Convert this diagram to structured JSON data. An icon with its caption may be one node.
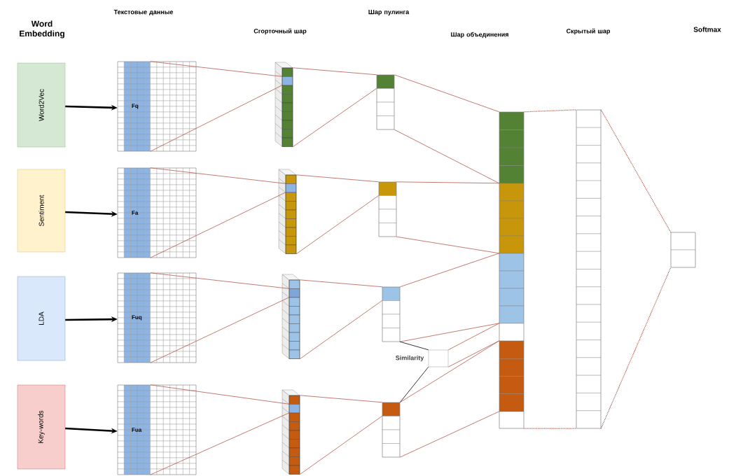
{
  "diagram": {
    "nodes": [
      {
        "text": [
          "Word2Vec"
        ]
      },
      {
        "text": [
          "Sentiment"
        ]
      },
      {
        "text": [
          "LDA"
        ]
      },
      {
        "text": [
          "Key-words"
        ]
      },
      {
        "text": [
          "Fq"
        ]
      },
      {
        "text": [
          "Fa"
        ]
      },
      {
        "text": [
          "Fuq"
        ]
      },
      {
        "text": [
          "Fua"
        ]
      },
      {
        "text": [],
        "shape": "bar"
      },
      {
        "text": [],
        "shape": "bar"
      },
      {
        "text": [],
        "shape": "bar"
      },
      {
        "text": [],
        "shape": "bar"
      },
      {
        "text": [],
        "shape": "bar"
      },
      {
        "text": [],
        "shape": "bar"
      },
      {
        "text": [],
        "shape": "bar"
      },
      {
        "text": [],
        "shape": "bar"
      },
      {
        "text": [],
        "shape": "box",
        "beside": [
          "Similarity"
        ]
      },
      {
        "text": [],
        "shape": "bar"
      },
      {
        "text": [],
        "shape": "bar"
      },
      {
        "text": [],
        "shape": "bar"
      }
    ],
    "edges": [
      {
        "from": 0,
        "to": 4,
        "arrow": "to",
        "style": "thick",
        "color": "#000000"
      },
      {
        "from": 1,
        "to": 5,
        "arrow": "to",
        "style": "thick",
        "color": "#000000"
      },
      {
        "from": 2,
        "to": 6,
        "arrow": "to",
        "style": "thick",
        "color": "#000000"
      },
      {
        "from": 3,
        "to": 7,
        "arrow": "to",
        "style": "thick",
        "color": "#000000"
      },
      {
        "from": 4,
        "to": 8,
        "arrow": "none"
      },
      {
        "from": 4,
        "to": 8,
        "arrow": "none"
      },
      {
        "from": 5,
        "to": 9,
        "arrow": "none"
      },
      {
        "from": 5,
        "to": 9,
        "arrow": "none"
      },
      {
        "from": 6,
        "to": 10,
        "arrow": "none"
      },
      {
        "from": 6,
        "to": 10,
        "arrow": "none"
      },
      {
        "from": 7,
        "to": 11,
        "arrow": "none"
      },
      {
        "from": 7,
        "to": 11,
        "arrow": "none"
      },
      {
        "from": 8,
        "to": 12,
        "arrow": "none"
      },
      {
        "from": 8,
        "to": 12,
        "arrow": "none"
      },
      {
        "from": 9,
        "to": 13,
        "arrow": "none"
      },
      {
        "from": 9,
        "to": 13,
        "arrow": "none"
      },
      {
        "from": 10,
        "to": 14,
        "arrow": "none"
      },
      {
        "from": 10,
        "to": 14,
        "arrow": "none"
      },
      {
        "from": 11,
        "to": 15,
        "arrow": "none"
      },
      {
        "from": 11,
        "to": 15,
        "arrow": "none"
      },
      {
        "from": 12,
        "to": 17,
        "arrow": "none"
      },
      {
        "from": 12,
        "to": 17,
        "arrow": "none"
      },
      {
        "from": 13,
        "to": 17,
        "arrow": "none"
      },
      {
        "from": 13,
        "to": 17,
        "arrow": "none"
      },
      {
        "from": 14,
        "to": 17,
        "arrow": "none"
      },
      {
        "from": 14,
        "to": 17,
        "arrow": "none"
      },
      {
        "from": 15,
        "to": 17,
        "arrow": "none"
      },
      {
        "from": 15,
        "to": 17,
        "arrow": "none"
      },
      {
        "from": 14,
        "to": 16,
        "arrow": "none",
        "color": "#000000"
      },
      {
        "from": 15,
        "to": 16,
        "arrow": "none",
        "color": "#000000"
      },
      {
        "from": 16,
        "to": 17,
        "arrow": "none"
      },
      {
        "from": 16,
        "to": 17,
        "arrow": "none"
      },
      {
        "from": 17,
        "to": 18,
        "arrow": "none",
        "style": "dashed"
      },
      {
        "from": 17,
        "to": 18,
        "arrow": "none",
        "style": "dashed"
      },
      {
        "from": 18,
        "to": 19,
        "arrow": "none",
        "style": "dashed"
      },
      {
        "from": 18,
        "to": 19,
        "arrow": "none",
        "style": "dashed"
      }
    ],
    "labels": [
      "Word Embedding",
      "Текстовые данные",
      "Сгорточный шар",
      "Шар пулинга",
      "Шар объединения",
      "Скрытый шар",
      "Softmax"
    ]
  }
}
